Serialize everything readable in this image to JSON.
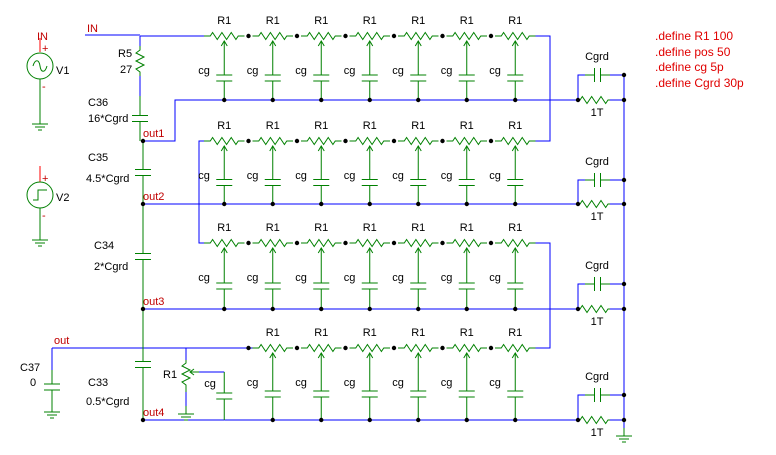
{
  "defines": [
    ".define R1 100",
    ".define pos 50",
    ".define cg 5p",
    ".define Cgrd 30p"
  ],
  "nets": {
    "in_top": "IN",
    "in_wire": "IN",
    "out_wire": "out",
    "out1": "out1",
    "out2": "out2",
    "out3": "out3",
    "out4": "out4"
  },
  "sources": [
    {
      "name": "V1",
      "plus": "+",
      "minus": "-",
      "kind": "sine"
    },
    {
      "name": "V2",
      "plus": "+",
      "minus": "-",
      "kind": "step"
    }
  ],
  "components": {
    "r5_name": "R5",
    "r5_value": "27",
    "c36_name": "C36",
    "c36_value": "16*Cgrd",
    "c35_name": "C35",
    "c35_value": "4.5*Cgrd",
    "c34_name": "C34",
    "c34_value": "2*Cgrd",
    "c33_name": "C33",
    "c33_value": "0.5*Cgrd",
    "c37_name": "C37",
    "c37_value": "0",
    "pot_name": "R1"
  },
  "ladder": {
    "res_label": "R1",
    "cap_label": "cg",
    "columns": 7,
    "rows": 4
  },
  "grading": {
    "cap_label": "Cgrd",
    "res_label": "1T"
  }
}
